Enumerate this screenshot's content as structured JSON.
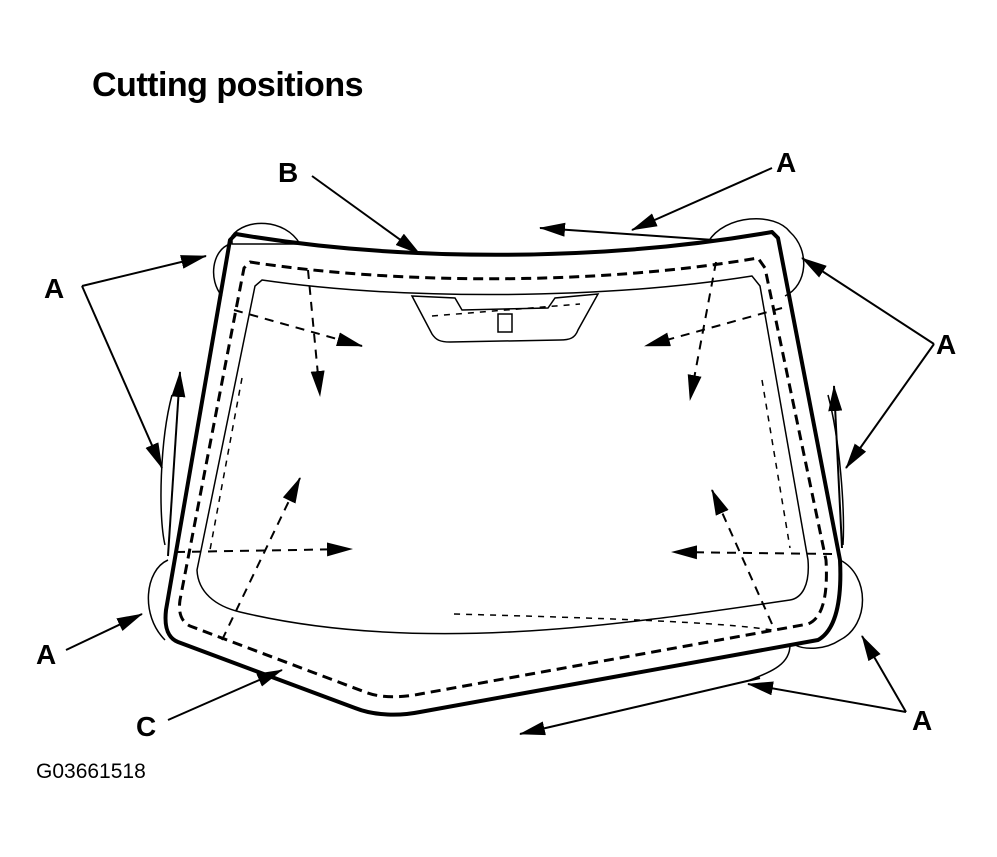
{
  "title": "Cutting positions",
  "figure_id": "G03661518",
  "callouts": {
    "a": "A",
    "b": "B",
    "c": "C"
  },
  "colors": {
    "ink": "#000000",
    "background": "#ffffff"
  }
}
